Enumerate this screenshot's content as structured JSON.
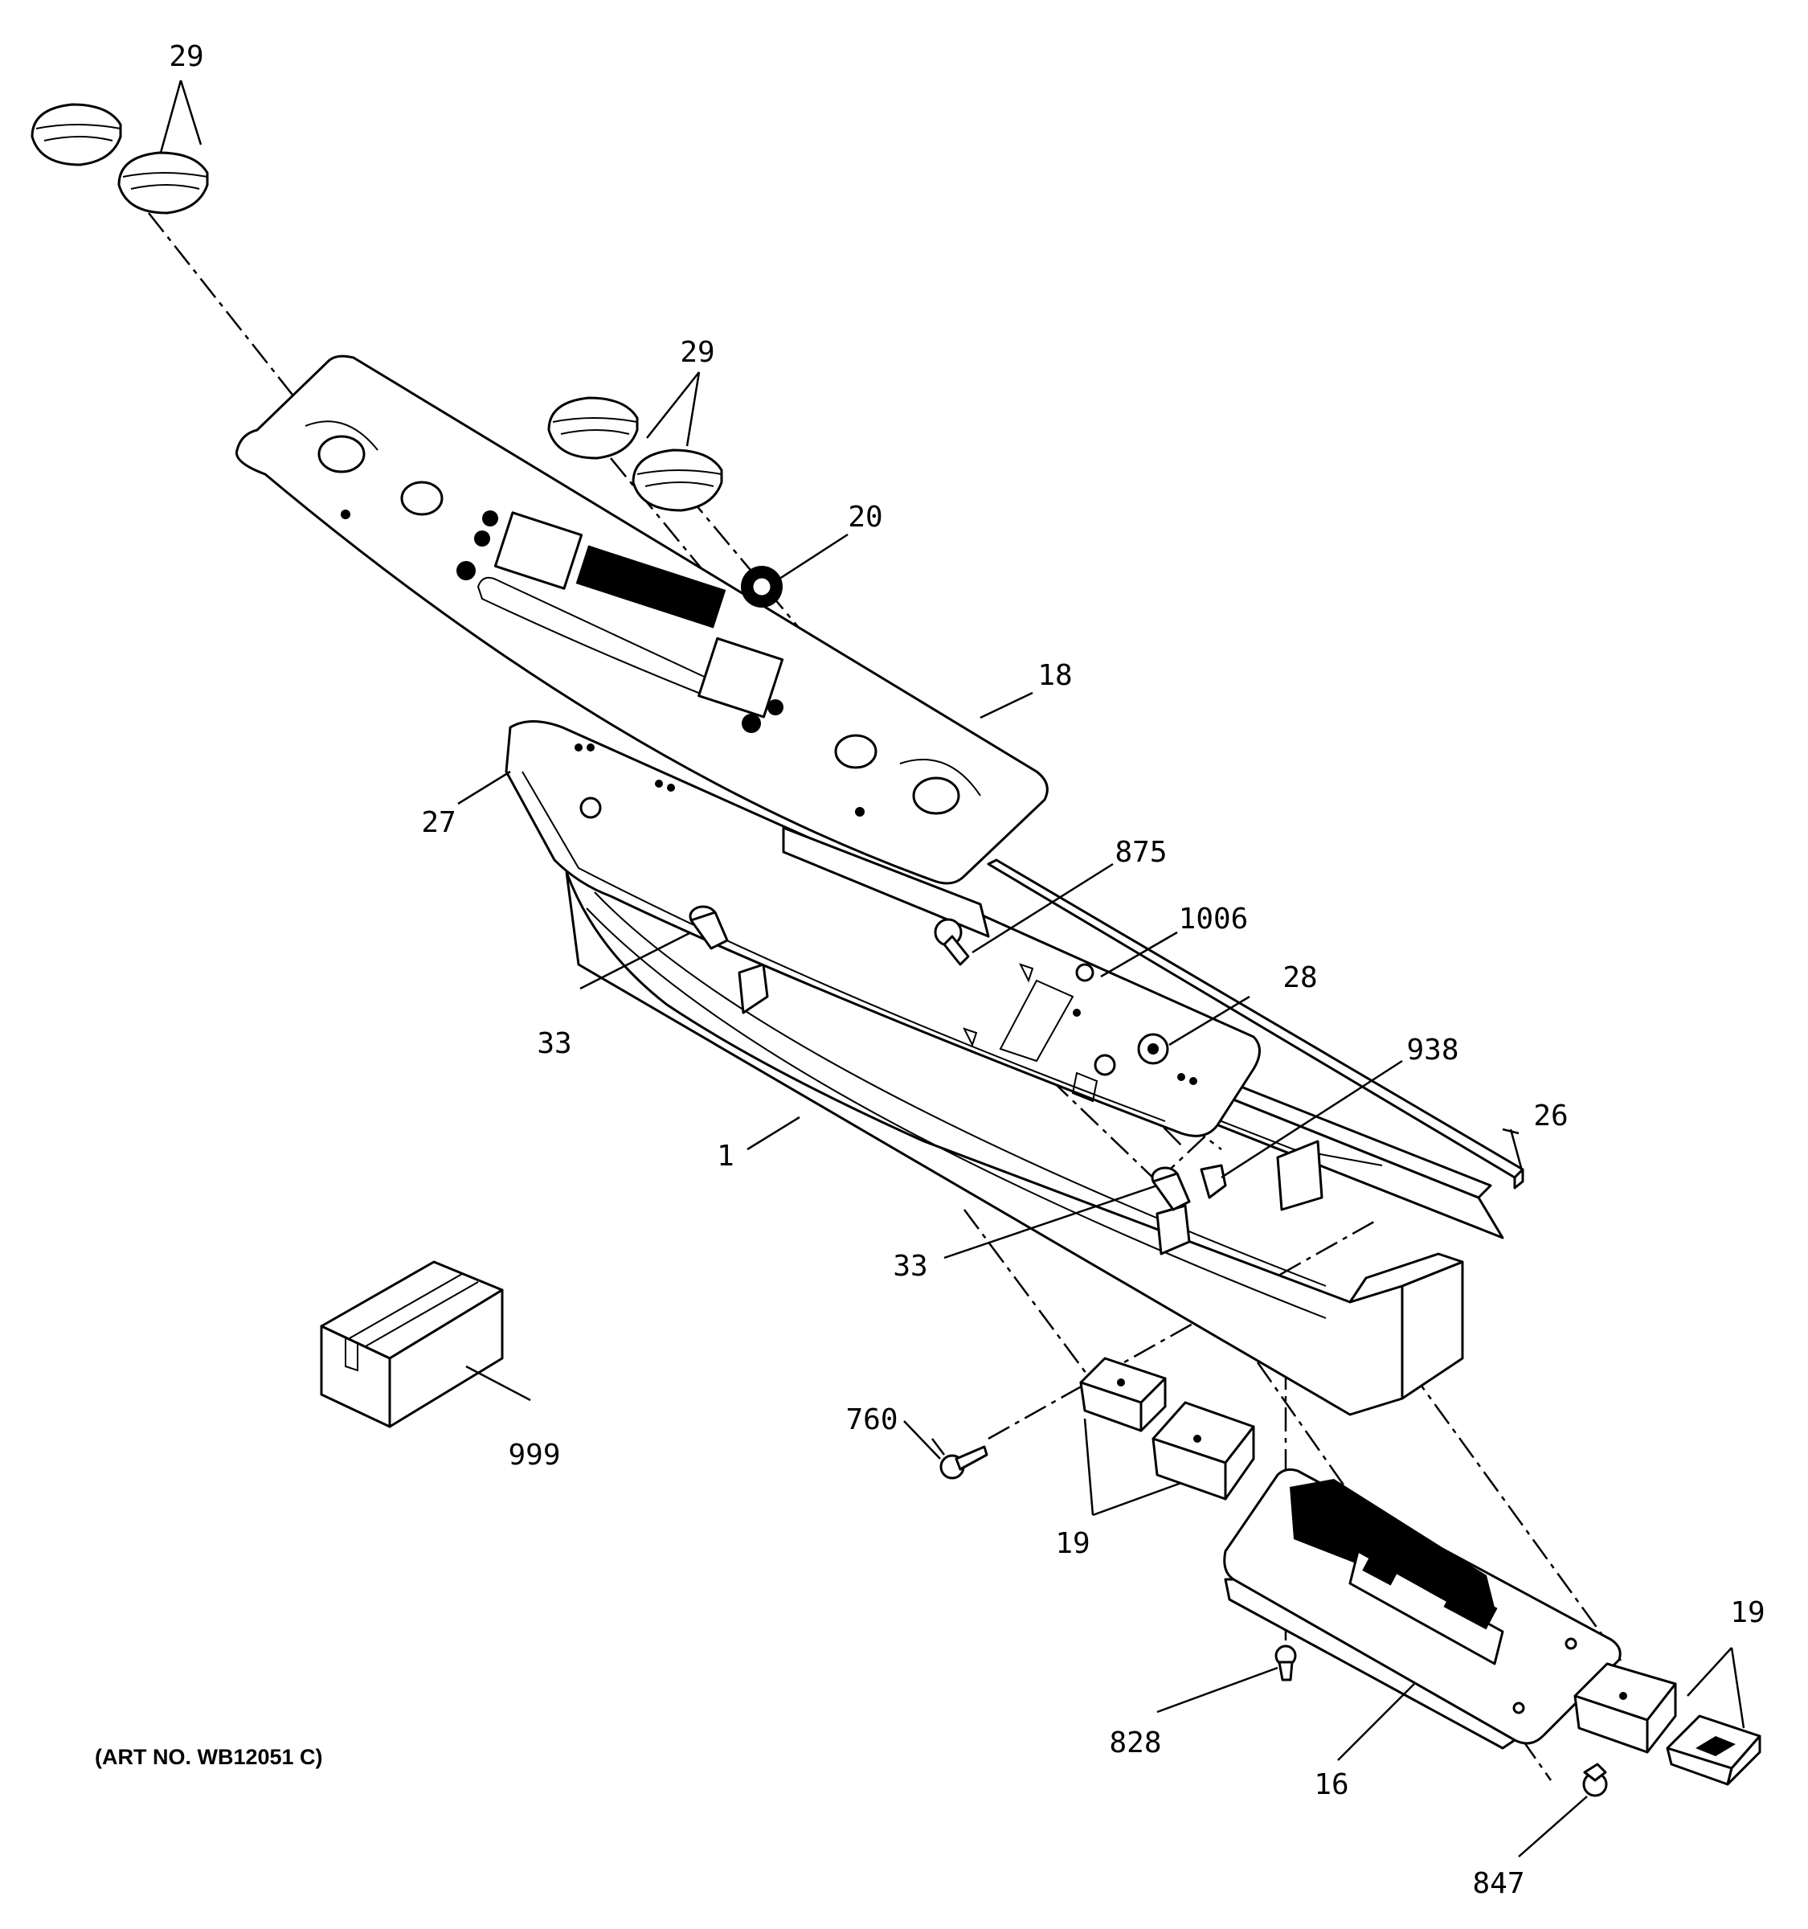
{
  "diagram": {
    "art_number": "(ART NO. WB12051 C)",
    "callouts": {
      "knobs_upper_left": "29",
      "knobs_upper_right": "29",
      "knob_insert": "20",
      "control_panel_overlay": "18",
      "panel_backer": "27",
      "screw_875": "875",
      "screw_1006": "1006",
      "lamp_socket": "28",
      "bracket_938": "938",
      "trim_strip": "26",
      "spacer_upper": "33",
      "spacer_lower": "33",
      "manifold_panel": "1",
      "kit_box": "999",
      "screw_760": "760",
      "switches_center": "19",
      "switches_right": "19",
      "oven_control_board": "16",
      "screw_828": "828",
      "screw_847": "847"
    }
  }
}
